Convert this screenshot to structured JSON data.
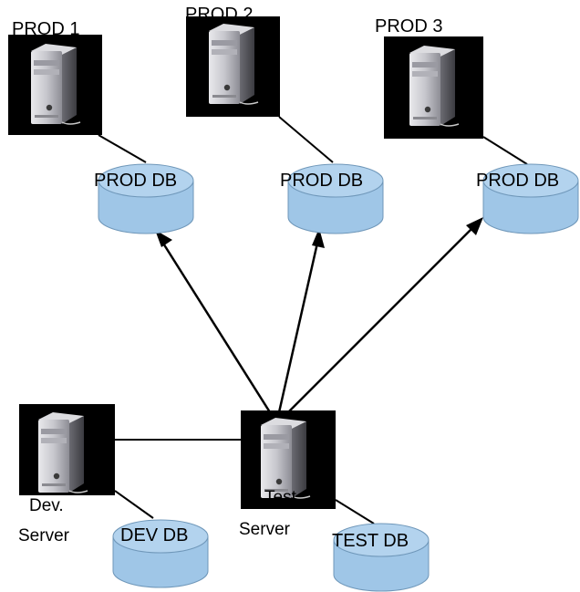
{
  "diagram": {
    "servers": {
      "prod1": {
        "label": "PROD 1"
      },
      "prod2": {
        "label": "PROD 2"
      },
      "prod3": {
        "label": "PROD 3"
      },
      "dev": {
        "label_line1": "Dev.",
        "label_line2": "Server"
      },
      "test": {
        "label_line1": "Test",
        "label_line2": "Server"
      }
    },
    "databases": {
      "prod_db_1": {
        "label": "PROD DB"
      },
      "prod_db_2": {
        "label": "PROD DB"
      },
      "prod_db_3": {
        "label": "PROD DB"
      },
      "dev_db": {
        "label": "DEV DB"
      },
      "test_db": {
        "label": "TEST DB"
      }
    },
    "colors": {
      "db_fill": "#9fc6e7",
      "db_stroke": "#6f97b9",
      "server_bg": "#000000",
      "connector": "#000000"
    },
    "icons": {
      "server": "server-tower-icon",
      "database": "database-cylinder-icon"
    }
  }
}
